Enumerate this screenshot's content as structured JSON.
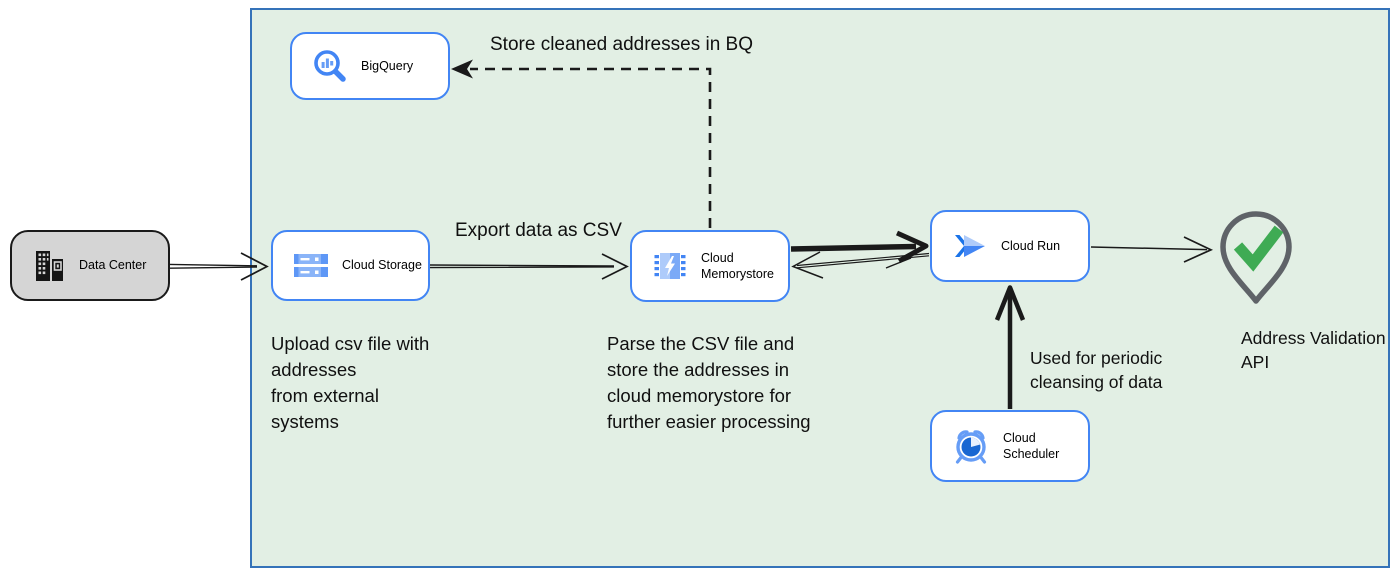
{
  "nodes": {
    "data_center": {
      "label": "Data Center",
      "icon": "building-icon"
    },
    "bigquery": {
      "label": "BigQuery",
      "icon": "bigquery-icon"
    },
    "cloud_storage": {
      "label": "Cloud Storage",
      "icon": "cloud-storage-icon"
    },
    "cloud_memorystore": {
      "label": "Cloud Memorystore",
      "icon": "memorystore-icon"
    },
    "cloud_run": {
      "label": "Cloud Run",
      "icon": "cloud-run-icon"
    },
    "cloud_scheduler": {
      "label": "Cloud Scheduler",
      "icon": "scheduler-icon"
    },
    "address_validation_api": {
      "label": "Address Validation\nAPI",
      "icon": "location-pin-check-icon"
    }
  },
  "annotations": {
    "store_bq": "Store cleaned addresses in BQ",
    "export_csv": "Export data as CSV",
    "upload_note": "Upload csv file with\naddresses\nfrom external\nsystems",
    "parse_note": "Parse the CSV file and\nstore the addresses in\ncloud  memorystore for\nfurther easier processing",
    "periodic_note": "Used for periodic\ncleansing of data"
  },
  "colors": {
    "boundary_fill": "#e2efe4",
    "boundary_border": "#3573b9",
    "node_border": "#4285f4",
    "data_center_fill": "#d5d5d5",
    "arrow": "#1a1a1a",
    "check_green": "#3fab54",
    "pin_gray": "#5f6368",
    "icon_blue": "#4285f4",
    "icon_blue_light": "#aecbfa"
  }
}
